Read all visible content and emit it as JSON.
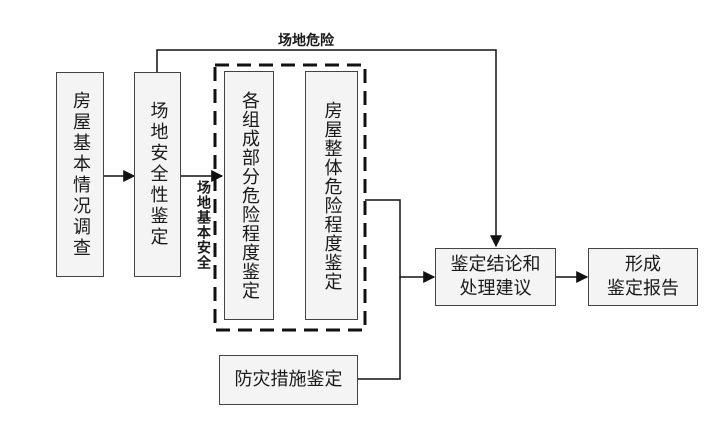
{
  "nodes": {
    "house_survey": "房屋基本情况调查",
    "site_safety": "场地安全性鉴定",
    "component_danger": "各组成部分危险程度鉴定",
    "overall_danger": "房屋整体危险程度鉴定",
    "disaster_prevention": "防灾措施鉴定",
    "conclusion_line1": "鉴定结论和",
    "conclusion_line2": "处理建议",
    "report_line1": "形成",
    "report_line2": "鉴定报告"
  },
  "edge_labels": {
    "site_danger": "场地危险",
    "site_basic_safe": "场地基本安全"
  },
  "colors": {
    "box_fill": "#f4f4f4",
    "box_border": "#444444",
    "line": "#111111"
  }
}
